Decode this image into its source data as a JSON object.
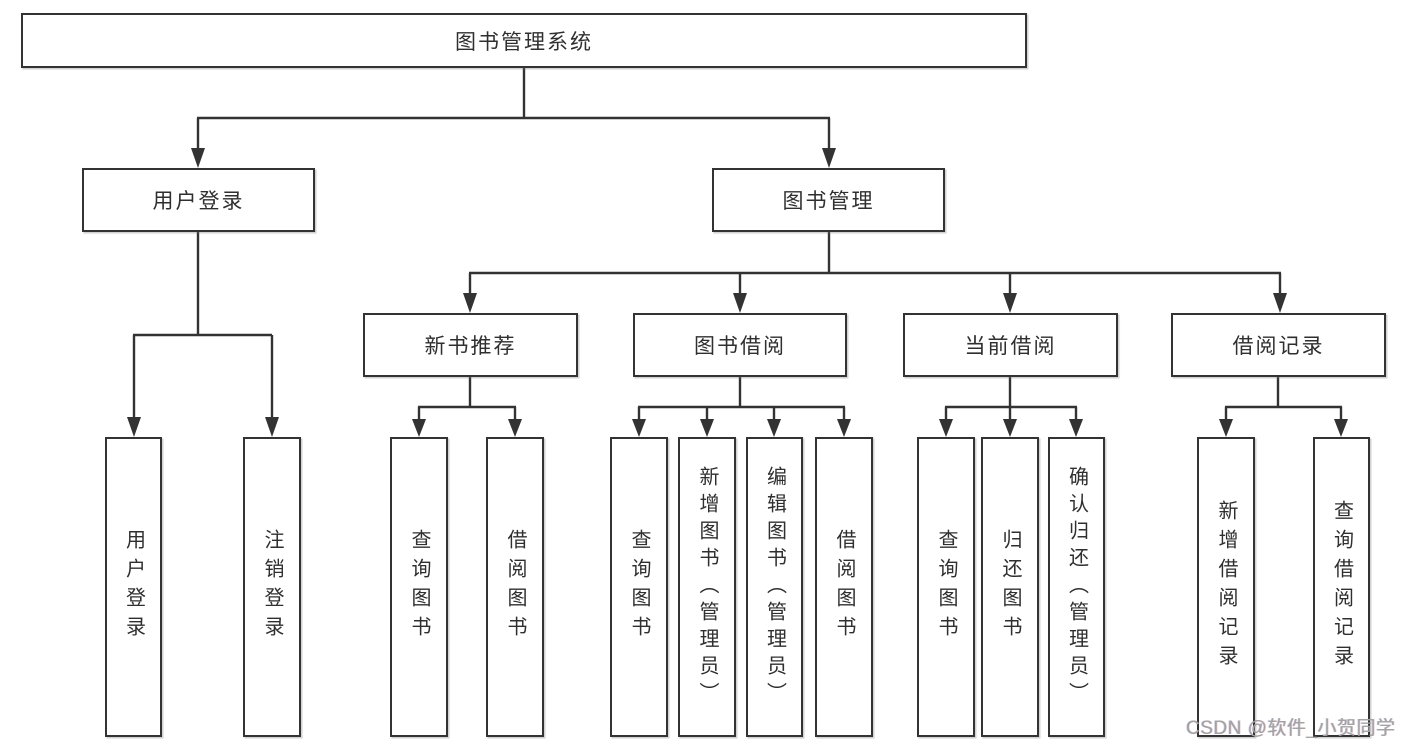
{
  "diagram_title": "图书管理系统",
  "nodes": {
    "root": "图书管理系统",
    "level2": {
      "user_login": "用户登录",
      "book_mgmt": "图书管理"
    },
    "level3": {
      "new_book_rec": "新书推荐",
      "book_borrow": "图书借阅",
      "current_borrow": "当前借阅",
      "borrow_records": "借阅记录"
    },
    "leaves": {
      "user_login": "用户登录",
      "logout": "注销登录",
      "rec_query_book": "查询图书",
      "rec_borrow_book": "借阅图书",
      "bb_query_book": "查询图书",
      "bb_add_book": "新增图书（管理员）",
      "bb_edit_book": "编辑图书（管理员）",
      "bb_borrow_book": "借阅图书",
      "cb_query_book": "查询图书",
      "cb_return_book": "归还图书",
      "cb_confirm_return": "确认归还（管理员）",
      "br_add_record": "新增借阅记录",
      "br_query_record": "查询借阅记录"
    }
  },
  "hierarchy": {
    "图书管理系统": [
      "用户登录",
      "图书管理"
    ],
    "用户登录": [
      "用户登录",
      "注销登录"
    ],
    "图书管理": [
      "新书推荐",
      "图书借阅",
      "当前借阅",
      "借阅记录"
    ],
    "新书推荐": [
      "查询图书",
      "借阅图书"
    ],
    "图书借阅": [
      "查询图书",
      "新增图书（管理员）",
      "编辑图书（管理员）",
      "借阅图书"
    ],
    "当前借阅": [
      "查询图书",
      "归还图书",
      "确认归还（管理员）"
    ],
    "借阅记录": [
      "新增借阅记录",
      "查询借阅记录"
    ]
  },
  "watermark": "CSDN @软件_小贺同学",
  "colors": {
    "line": "#333333",
    "text": "#2f2f2f",
    "box_background": "#ffffff",
    "watermark": "#a3a3a3",
    "background": "#ffffff"
  }
}
